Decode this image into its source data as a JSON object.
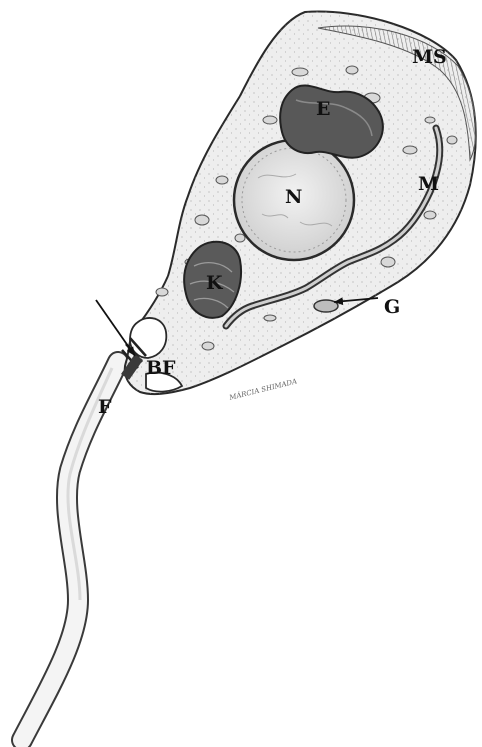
{
  "labels": {
    "MS": "MS",
    "E": "E",
    "N": "N",
    "M": "M",
    "K": "K",
    "G": "G",
    "BF": "BF",
    "F": "F"
  },
  "signature": "MÁRCIA SHIMADA",
  "colors": {
    "background": "#ffffff",
    "ink": "#2a2a2a",
    "cytoplasm": "#eeeeee",
    "nucleus": "#e2e2e2",
    "organelle_dark": "#555555"
  }
}
